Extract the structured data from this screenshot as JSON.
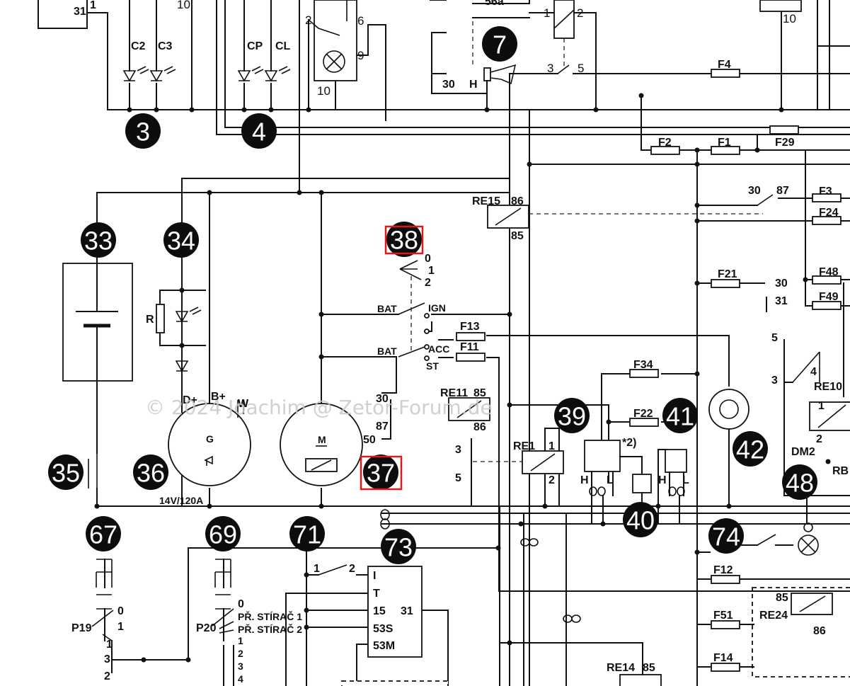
{
  "watermark": "© 2024 Joachim @ Zetor-Forum.de",
  "highlighted": [
    "38",
    "37"
  ],
  "badges": {
    "b3": "3",
    "b4": "4",
    "b7": "7",
    "b33": "33",
    "b34": "34",
    "b35": "35",
    "b36": "36",
    "b37": "37",
    "b38": "38",
    "b39": "39",
    "b40": "40",
    "b41": "41",
    "b42": "42",
    "b48": "48",
    "b67": "67",
    "b69": "69",
    "b71": "71",
    "b73": "73",
    "b74": "74"
  },
  "labels": {
    "n31": "31",
    "n1a": "1",
    "n10a": "10",
    "c2": "C2",
    "c3": "C3",
    "cp": "CP",
    "cl": "CL",
    "n2a": "2",
    "n6": "6",
    "n9": "9",
    "n10b": "10",
    "n30a": "30",
    "h": "H",
    "n56": "56a",
    "n1b": "1",
    "n2b": "2",
    "n3a": "3",
    "n5a": "5",
    "n10c": "10",
    "f4": "F4",
    "f2": "F2",
    "f1": "F1",
    "f29": "F29",
    "re15": "RE15",
    "n86a": "86",
    "n85a": "85",
    "n30b": "30",
    "n87a": "87",
    "f3": "F3",
    "f24": "F24",
    "f21": "F21",
    "n30c": "30",
    "n31b": "31",
    "f48": "F48",
    "f49": "F49",
    "r": "R",
    "dplus": "D+",
    "bplus": "B+",
    "w": "W",
    "g": "G",
    "m": "M",
    "rating": "14V/120A",
    "sw0": "0",
    "sw1": "1",
    "sw2": "2",
    "bat1": "BAT",
    "ign": "IGN",
    "bat2": "BAT",
    "acc": "ACC",
    "st": "ST",
    "f13": "F13",
    "f11": "F11",
    "n30d": "30",
    "n87b": "87",
    "n50": "50",
    "re11": "RE11",
    "n85b": "85",
    "n86b": "86",
    "n3b": "3",
    "n5b": "5",
    "re1": "RE1",
    "n1c": "1",
    "n2c": "2",
    "f34": "F34",
    "f22": "F22",
    "note2": "*2)",
    "hl1": "H",
    "ll1": "L",
    "hl2": "H",
    "ll2": "L",
    "n5c": "5",
    "n3c": "3",
    "n4": "4",
    "re10": "RE10",
    "n1d": "1",
    "n2d": "2",
    "dm2": "DM2",
    "rb": "RB",
    "f12": "F12",
    "f51": "F51",
    "f14": "F14",
    "re24": "RE24",
    "n85c": "85",
    "n86c": "86",
    "re14": "RE14",
    "n85d": "85",
    "p19": "P19",
    "p19_0": "0",
    "p19_1": "1",
    "t1": "1",
    "t3": "3",
    "t2": "2",
    "p20": "P20",
    "p20_0": "0",
    "stir1": "PŘ. STÍRAČ 1",
    "stir2": "PŘ. STÍRAČ 2",
    "p20_1": "1",
    "p20_2": "2",
    "p20_3": "3",
    "p20_4": "4",
    "sw71_1": "1",
    "sw71_2": "2",
    "mod_i": "I",
    "mod_t": "T",
    "mod_15": "15",
    "mod_31": "31",
    "mod_53s": "53S",
    "mod_53m": "53M"
  }
}
